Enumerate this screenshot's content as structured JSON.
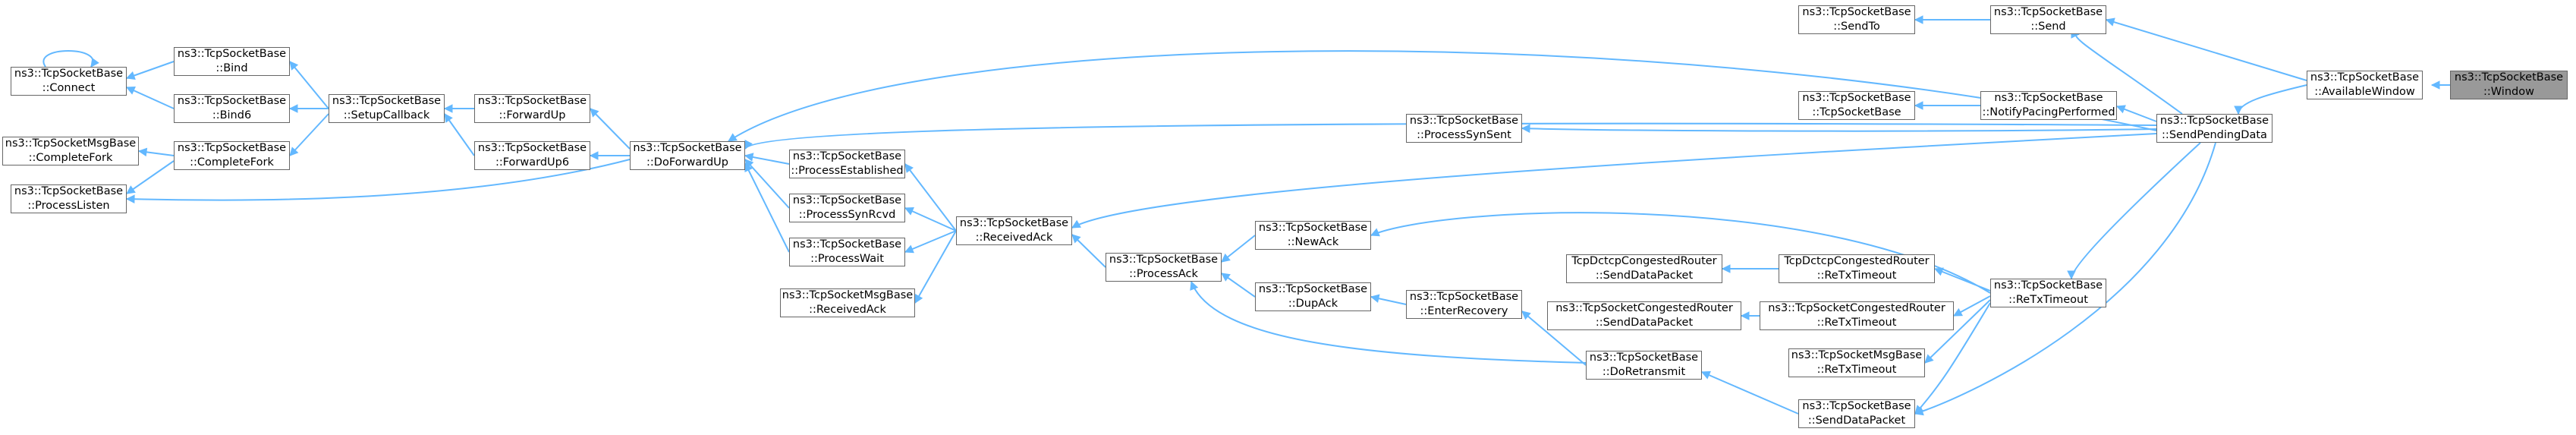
{
  "nodes": {
    "window": {
      "l1": "ns3::TcpSocketBase",
      "l2": "::Window"
    },
    "availwin": {
      "l1": "ns3::TcpSocketBase",
      "l2": "::AvailableWindow"
    },
    "send": {
      "l1": "ns3::TcpSocketBase",
      "l2": "::Send"
    },
    "sendto": {
      "l1": "ns3::TcpSocketBase",
      "l2": "::SendTo"
    },
    "sendpending": {
      "l1": "ns3::TcpSocketBase",
      "l2": "::SendPendingData"
    },
    "notifypacing": {
      "l1": "ns3::TcpSocketBase",
      "l2": "::NotifyPacingPerformed"
    },
    "ctor": {
      "l1": "ns3::TcpSocketBase",
      "l2": "::TcpSocketBase"
    },
    "rtxtimeout": {
      "l1": "ns3::TcpSocketBase",
      "l2": "::ReTxTimeout"
    },
    "senddatapkt": {
      "l1": "ns3::TcpSocketBase",
      "l2": "::SendDataPacket"
    },
    "dctcprtx": {
      "l1": "TcpDctcpCongestedRouter",
      "l2": "::ReTxTimeout"
    },
    "dctcpsend": {
      "l1": "TcpDctcpCongestedRouter",
      "l2": "::SendDataPacket"
    },
    "congrtx": {
      "l1": "ns3::TcpSocketCongestedRouter",
      "l2": "::ReTxTimeout"
    },
    "congsend": {
      "l1": "ns3::TcpSocketCongestedRouter",
      "l2": "::SendDataPacket"
    },
    "msgrtx": {
      "l1": "ns3::TcpSocketMsgBase",
      "l2": "::ReTxTimeout"
    },
    "procsynsent": {
      "l1": "ns3::TcpSocketBase",
      "l2": "::ProcessSynSent"
    },
    "newack": {
      "l1": "ns3::TcpSocketBase",
      "l2": "::NewAck"
    },
    "dupack": {
      "l1": "ns3::TcpSocketBase",
      "l2": "::DupAck"
    },
    "enterrecovery": {
      "l1": "ns3::TcpSocketBase",
      "l2": "::EnterRecovery"
    },
    "doretransmit": {
      "l1": "ns3::TcpSocketBase",
      "l2": "::DoRetransmit"
    },
    "procack": {
      "l1": "ns3::TcpSocketBase",
      "l2": "::ProcessAck"
    },
    "recvack": {
      "l1": "ns3::TcpSocketBase",
      "l2": "::ReceivedAck"
    },
    "procest": {
      "l1": "ns3::TcpSocketBase",
      "l2": "::ProcessEstablished"
    },
    "procsynrcvd": {
      "l1": "ns3::TcpSocketBase",
      "l2": "::ProcessSynRcvd"
    },
    "procwait": {
      "l1": "ns3::TcpSocketBase",
      "l2": "::ProcessWait"
    },
    "msgrecvack": {
      "l1": "ns3::TcpSocketMsgBase",
      "l2": "::ReceivedAck"
    },
    "doforwardup": {
      "l1": "ns3::TcpSocketBase",
      "l2": "::DoForwardUp"
    },
    "forwardup": {
      "l1": "ns3::TcpSocketBase",
      "l2": "::ForwardUp"
    },
    "forwardup6": {
      "l1": "ns3::TcpSocketBase",
      "l2": "::ForwardUp6"
    },
    "setupcb": {
      "l1": "ns3::TcpSocketBase",
      "l2": "::SetupCallback"
    },
    "bind": {
      "l1": "ns3::TcpSocketBase",
      "l2": "::Bind"
    },
    "bind6": {
      "l1": "ns3::TcpSocketBase",
      "l2": "::Bind6"
    },
    "completefork": {
      "l1": "ns3::TcpSocketBase",
      "l2": "::CompleteFork"
    },
    "connect": {
      "l1": "ns3::TcpSocketBase",
      "l2": "::Connect"
    },
    "msgcompletefork": {
      "l1": "ns3::TcpSocketMsgBase",
      "l2": "::CompleteFork"
    },
    "proclisten": {
      "l1": "ns3::TcpSocketBase",
      "l2": "::ProcessListen"
    }
  },
  "colors": {
    "edge": "#63b8ff",
    "node_border": "#666666",
    "root_fill": "#999999",
    "node_fill": "#ffffff"
  }
}
